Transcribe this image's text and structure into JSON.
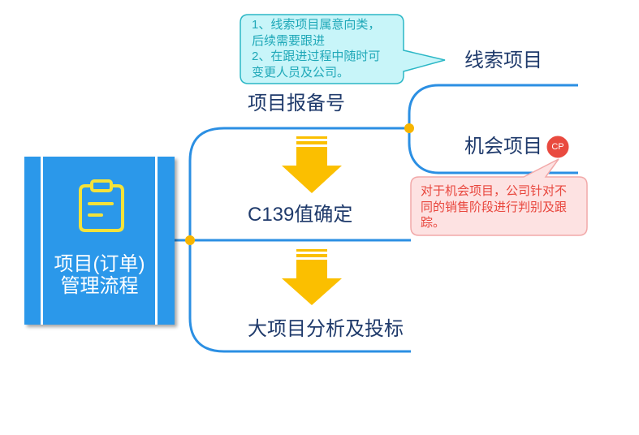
{
  "root": {
    "title_line1": "项目(订单)",
    "title_line2": "管理流程",
    "icon": "clipboard-icon"
  },
  "main_topics": [
    {
      "label": "项目报备号"
    },
    {
      "label": "C139值确定"
    },
    {
      "label": "大项目分析及投标"
    }
  ],
  "sub_topics": [
    {
      "label": "线索项目"
    },
    {
      "label": "机会项目",
      "badge": "CP"
    }
  ],
  "notes": {
    "lead_note": [
      "1、线索项目属意向类，",
      "后续需要跟进",
      "2、在跟进过程中随时可",
      "变更人员及公司。"
    ],
    "opportunity_note": [
      "对于机会项目，公司针对不",
      "同的销售阶段进行判别及跟",
      "踪。"
    ]
  },
  "icons": {
    "flow_arrow": "down-arrow-icon",
    "junction": "dot-icon"
  },
  "colors": {
    "root_fill": "#2b98ea",
    "connector": "#2b8fe3",
    "junction_dot": "#f7b500",
    "flow_arrow": "#fbbf00",
    "icon": "#f3e23a",
    "topic_text": "#1f3a6b",
    "lead_note_fill": "#c8f5f9",
    "lead_note_border": "#2bb7c6",
    "lead_note_text": "#1fa8b8",
    "opportunity_note_fill": "#fde2e2",
    "opportunity_note_border": "#f2a9a9",
    "opportunity_note_text": "#e8453c",
    "badge_fill": "#e94a3f"
  }
}
